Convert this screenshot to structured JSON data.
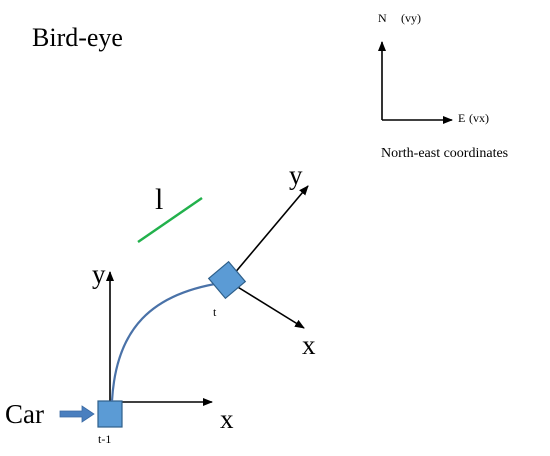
{
  "title": "Bird-eye",
  "ne_frame": {
    "north_label": "N",
    "north_var": "(vy)",
    "east_label": "E",
    "east_var": "(vx)",
    "caption": "North-east coordinates"
  },
  "vehicle_frame_t": {
    "y_label": "y",
    "x_label": "x",
    "time_label": "t"
  },
  "vehicle_frame_t_minus_1": {
    "y_label": "y",
    "x_label": "x",
    "time_label": "t-1"
  },
  "length_label": "l",
  "car_label": "Car",
  "colors": {
    "box_fill": "#5b9bd5",
    "box_stroke": "#2e5f8a",
    "trajectory": "#4a72a8",
    "length_line": "#22b14c",
    "car_arrow": "#4a7fbf",
    "axis": "#000000"
  }
}
